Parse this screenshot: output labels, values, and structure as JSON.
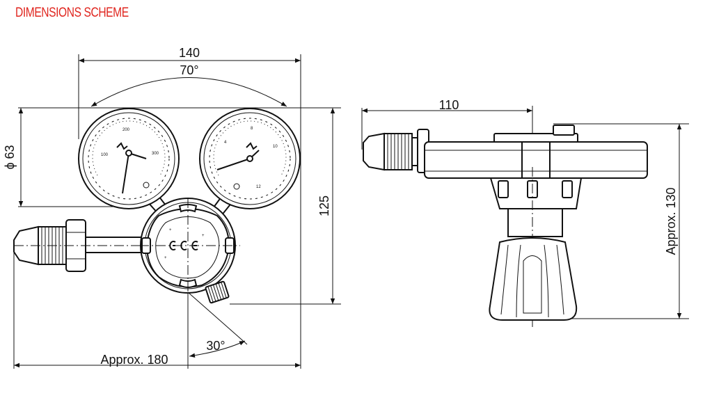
{
  "heading": {
    "text": "DIMENSIONS SCHEME",
    "color": "#e0261f"
  },
  "front_view": {
    "dim_width": "140",
    "dim_angle_gauges": "70°",
    "dim_gauge_diameter": "ϕ 63",
    "dim_height": "125",
    "dim_outlet_angle": "30°",
    "dim_length": "Approx. 180",
    "logo_text": "GCE"
  },
  "side_view": {
    "dim_width": "110",
    "dim_height": "Approx. 130"
  },
  "gauges": {
    "left_numbers": [
      "100",
      "200",
      "300"
    ],
    "right_numbers": [
      "4",
      "8",
      "10",
      "12"
    ]
  },
  "colors": {
    "line": "#111111",
    "background": "#ffffff"
  }
}
